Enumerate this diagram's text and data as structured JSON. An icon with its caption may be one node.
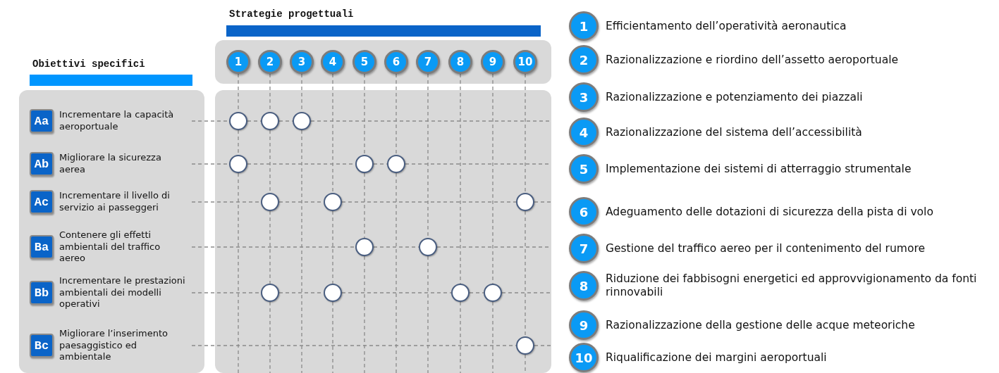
{
  "diagram": {
    "nodes": [
      {
        "text": [],
        "shape": "box"
      },
      {
        "text": [
          "Aa",
          "Incrementare la capacità aeroportuale"
        ],
        "in": 0
      },
      {
        "text": [
          "Ab",
          "Migliorare la sicurezza aerea"
        ],
        "in": 0
      },
      {
        "text": [
          "Ac",
          "Incrementare il livello di servizio ai passeggeri"
        ],
        "in": 0
      },
      {
        "text": [
          "Ba",
          "Contenere gli effetti ambientali del traffico aereo"
        ],
        "in": 0
      },
      {
        "text": [
          "Bb",
          "Incrementare le prestazioni ambientali dei modelli operativi"
        ],
        "in": 0
      },
      {
        "text": [
          "Bc",
          "Migliorare l’inserimento paesaggistico ed ambientale"
        ],
        "in": 0
      },
      {
        "text": [],
        "shape": "box"
      },
      {
        "text": [
          "1"
        ],
        "in": 7
      },
      {
        "text": [
          "2"
        ],
        "in": 7
      },
      {
        "text": [
          "3"
        ],
        "in": 7
      },
      {
        "text": [
          "4"
        ],
        "in": 7
      },
      {
        "text": [
          "5"
        ],
        "in": 7
      },
      {
        "text": [
          "6"
        ],
        "in": 7
      },
      {
        "text": [
          "7"
        ],
        "in": 7
      },
      {
        "text": [
          "8"
        ],
        "in": 7
      },
      {
        "text": [
          "9"
        ],
        "in": 7
      },
      {
        "text": [
          "10"
        ],
        "in": 7
      },
      {
        "text": [],
        "shape": "box"
      },
      {
        "text": [],
        "shape": "circle",
        "in": 18
      },
      {
        "text": [],
        "shape": "circle",
        "in": 18
      },
      {
        "text": [],
        "shape": "circle",
        "in": 18
      },
      {
        "text": [],
        "shape": "circle",
        "in": 18
      },
      {
        "text": [],
        "shape": "circle",
        "in": 18
      },
      {
        "text": [],
        "shape": "circle",
        "in": 18
      },
      {
        "text": [],
        "shape": "circle",
        "in": 18
      },
      {
        "text": [],
        "shape": "circle",
        "in": 18
      },
      {
        "text": [],
        "shape": "circle",
        "in": 18
      },
      {
        "text": [],
        "shape": "circle",
        "in": 18
      },
      {
        "text": [],
        "shape": "circle",
        "in": 18
      },
      {
        "text": [],
        "shape": "circle",
        "in": 18
      },
      {
        "text": [],
        "shape": "circle",
        "in": 18
      },
      {
        "text": [],
        "shape": "circle",
        "in": 18
      },
      {
        "text": [],
        "shape": "circle",
        "in": 18
      },
      {
        "text": [],
        "shape": "circle",
        "in": 18
      },
      {
        "text": [
          "1"
        ],
        "beside": [
          "Efficientamento dell’operatività aeronautica"
        ]
      },
      {
        "text": [
          "2"
        ],
        "beside": [
          "Razionalizzazione e riordino dell’assetto aeroportuale"
        ]
      },
      {
        "text": [
          "3"
        ],
        "beside": [
          "Razionalizzazione e potenziamento dei piazzali"
        ]
      },
      {
        "text": [
          "4"
        ],
        "beside": [
          "Razionalizzazione del sistema dell’accessibilità"
        ]
      },
      {
        "text": [
          "5"
        ],
        "beside": [
          "Implementazione dei sistemi di atterraggio strumentale"
        ]
      },
      {
        "text": [
          "6"
        ],
        "beside": [
          "Adeguamento delle dotazioni di sicurezza della pista di volo"
        ]
      },
      {
        "text": [
          "7"
        ],
        "beside": [
          "Gestione del traffico aereo per il contenimento del rumore"
        ]
      },
      {
        "text": [
          "8"
        ],
        "beside": [
          "Riduzione dei fabbisogni energetici ed approvvigionamento da fonti rinnovabili"
        ]
      },
      {
        "text": [
          "9"
        ],
        "beside": [
          "Razionalizzazione della gestione delle acque meteoriche"
        ]
      },
      {
        "text": [
          "10"
        ],
        "beside": [
          "Riqualificazione dei margini aeroportuali"
        ]
      },
      {
        "text": [
          "Strategie progettuali"
        ]
      },
      {
        "text": [
          "Obiettivi specifici"
        ]
      }
    ],
    "edges": [
      {
        "from": 1,
        "to": 19,
        "arrow": "none",
        "style": "dashed"
      },
      {
        "from": 19,
        "to": 20,
        "arrow": "none",
        "style": "dashed"
      },
      {
        "from": 20,
        "to": 21,
        "arrow": "none",
        "style": "dashed"
      },
      {
        "from": 21,
        "to": 18,
        "arrow": "none",
        "style": "dashed"
      },
      {
        "from": 2,
        "to": 22,
        "arrow": "none",
        "style": "dashed"
      },
      {
        "from": 22,
        "to": 23,
        "arrow": "none",
        "style": "dashed"
      },
      {
        "from": 23,
        "to": 24,
        "arrow": "none",
        "style": "dashed"
      },
      {
        "from": 24,
        "to": 18,
        "arrow": "none",
        "style": "dashed"
      },
      {
        "from": 3,
        "to": 25,
        "arrow": "none",
        "style": "dashed"
      },
      {
        "from": 25,
        "to": 26,
        "arrow": "none",
        "style": "dashed"
      },
      {
        "from": 26,
        "to": 27,
        "arrow": "none",
        "style": "dashed"
      },
      {
        "from": 27,
        "to": 18,
        "arrow": "none",
        "style": "dashed"
      },
      {
        "from": 4,
        "to": 28,
        "arrow": "none",
        "style": "dashed"
      },
      {
        "from": 28,
        "to": 29,
        "arrow": "none",
        "style": "dashed"
      },
      {
        "from": 29,
        "to": 18,
        "arrow": "none",
        "style": "dashed"
      },
      {
        "from": 5,
        "to": 30,
        "arrow": "none",
        "style": "dashed"
      },
      {
        "from": 30,
        "to": 31,
        "arrow": "none",
        "style": "dashed"
      },
      {
        "from": 31,
        "to": 32,
        "arrow": "none",
        "style": "dashed"
      },
      {
        "from": 32,
        "to": 33,
        "arrow": "none",
        "style": "dashed"
      },
      {
        "from": 33,
        "to": 18,
        "arrow": "none",
        "style": "dashed"
      },
      {
        "from": 6,
        "to": 34,
        "arrow": "none",
        "style": "dashed"
      },
      {
        "from": 34,
        "to": 18,
        "arrow": "none",
        "style": "dashed"
      },
      {
        "from": 8,
        "to": 19,
        "arrow": "none",
        "style": "dashed"
      },
      {
        "from": 19,
        "to": 22,
        "arrow": "none",
        "style": "dashed"
      },
      {
        "from": 22,
        "to": 18,
        "arrow": "none",
        "style": "dashed"
      },
      {
        "from": 9,
        "to": 20,
        "arrow": "none",
        "style": "dashed"
      },
      {
        "from": 20,
        "to": 25,
        "arrow": "none",
        "style": "dashed"
      },
      {
        "from": 25,
        "to": 30,
        "arrow": "none",
        "style": "dashed"
      },
      {
        "from": 30,
        "to": 18,
        "arrow": "none",
        "style": "dashed"
      },
      {
        "from": 10,
        "to": 21,
        "arrow": "none",
        "style": "dashed"
      },
      {
        "from": 21,
        "to": 18,
        "arrow": "none",
        "style": "dashed"
      },
      {
        "from": 11,
        "to": 26,
        "arrow": "none",
        "style": "dashed"
      },
      {
        "from": 26,
        "to": 31,
        "arrow": "none",
        "style": "dashed"
      },
      {
        "from": 31,
        "to": 18,
        "arrow": "none",
        "style": "dashed"
      },
      {
        "from": 12,
        "to": 23,
        "arrow": "none",
        "style": "dashed"
      },
      {
        "from": 23,
        "to": 28,
        "arrow": "none",
        "style": "dashed"
      },
      {
        "from": 28,
        "to": 18,
        "arrow": "none",
        "style": "dashed"
      },
      {
        "from": 13,
        "to": 24,
        "arrow": "none",
        "style": "dashed"
      },
      {
        "from": 24,
        "to": 18,
        "arrow": "none",
        "style": "dashed"
      },
      {
        "from": 14,
        "to": 29,
        "arrow": "none",
        "style": "dashed"
      },
      {
        "from": 29,
        "to": 18,
        "arrow": "none",
        "style": "dashed"
      },
      {
        "from": 15,
        "to": 32,
        "arrow": "none",
        "style": "dashed"
      },
      {
        "from": 32,
        "to": 18,
        "arrow": "none",
        "style": "dashed"
      },
      {
        "from": 16,
        "to": 33,
        "arrow": "none",
        "style": "dashed"
      },
      {
        "from": 33,
        "to": 18,
        "arrow": "none",
        "style": "dashed"
      },
      {
        "from": 17,
        "to": 27,
        "arrow": "none",
        "style": "dashed"
      },
      {
        "from": 27,
        "to": 34,
        "arrow": "none",
        "style": "dashed"
      },
      {
        "from": 34,
        "to": 18,
        "arrow": "none",
        "style": "dashed"
      }
    ]
  }
}
